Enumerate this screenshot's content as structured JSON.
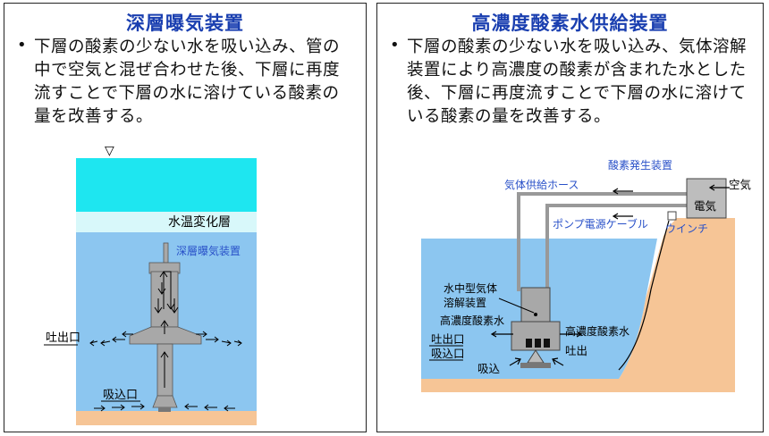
{
  "left_panel": {
    "title": "深層曝気装置",
    "bullet": "•",
    "description": "下層の酸素の少ない水を吸い込み、管の中で空気と混ぜ合わせた後、下層に再度流すことで下層の水に溶けている酸素の量を改善する。",
    "labels": {
      "water_surface_mark": "▽",
      "thermocline": "水温変化層",
      "device": "深層曝気装置",
      "outlet": "吐出口",
      "inlet": "吸込口"
    }
  },
  "right_panel": {
    "title": "高濃度酸素水供給装置",
    "bullet": "•",
    "description": "下層の酸素の少ない水を吸い込み、気体溶解装置により高濃度の酸素が含まれた水とした後、下層に再度流すことで下層の水に溶けている酸素の量を改善する。",
    "labels": {
      "oxygen_generator": "酸素発生装置",
      "air": "空気",
      "electric": "電気",
      "gas_hose": "気体供給ホース",
      "pump_cable": "ポンプ電源ケーブル",
      "winch": "ウインチ",
      "dissolver": "水中型気体\n溶解装置",
      "hc_water_left": "高濃度酸素水",
      "hc_water_right": "高濃度酸素水",
      "discharge_right": "吐出",
      "outlet": "吐出口",
      "inlet_port": "吸込口",
      "suction": "吸込"
    }
  },
  "colors": {
    "title_blue": "#1a3fb0",
    "label_blue": "#2850c8",
    "surface_cyan": "#1ee6f0",
    "thermocline": "#d8f8fa",
    "deep_water": "#8cc6f0",
    "sand": "#f6c596",
    "device_gray": "#a8a8a8"
  }
}
